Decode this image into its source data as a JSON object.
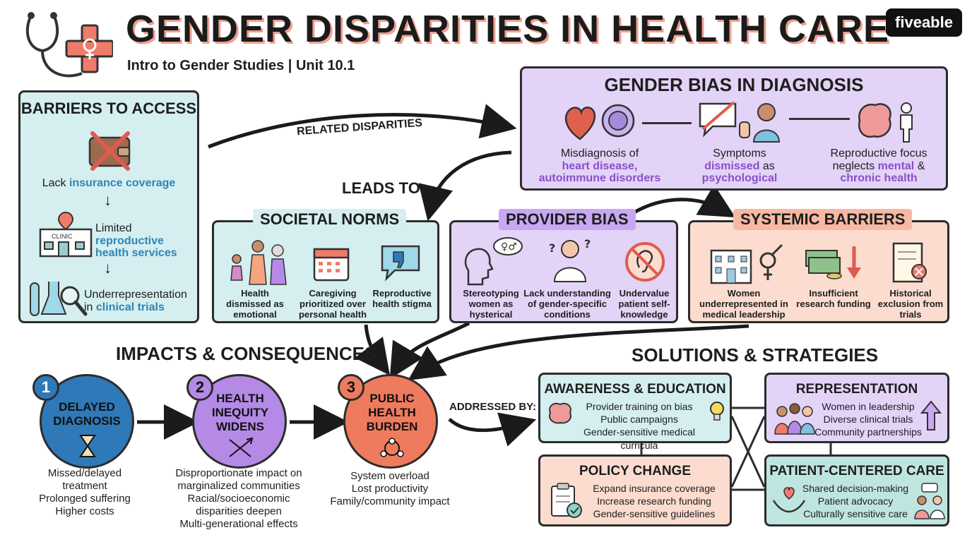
{
  "header": {
    "title": "GENDER DISPARITIES IN HEALTH CARE",
    "subtitle": "Intro to Gender Studies | Unit 10.1",
    "brand": "fiveable"
  },
  "barriers": {
    "title": "BARRIERS TO ACCESS",
    "item1_pre": "Lack ",
    "item1_hl": "insurance coverage",
    "item2_pre": "Limited",
    "item2_hl1": "reproductive",
    "item2_hl2": "health services",
    "item3_pre": "Underrepresentation",
    "item3_mid": "in ",
    "item3_hl": "clinical trials",
    "clinic_sign": "CLINIC"
  },
  "arrows": {
    "related": "RELATED DISPARITIES",
    "leads": "LEADS TO:",
    "addressed": "ADDRESSED BY:"
  },
  "diagnosis": {
    "title": "GENDER BIAS IN DIAGNOSIS",
    "col1_l1": "Misdiagnosis of",
    "col1_hl1": "heart disease,",
    "col1_hl2": "autoimmune disorders",
    "col2_l1": "Symptoms",
    "col2_hl": "dismissed",
    "col2_l2": " as",
    "col2_hl2": "psychological",
    "col3_l1": "Reproductive focus",
    "col3_l2": "neglects ",
    "col3_hl": "mental",
    "col3_l3": " &",
    "col3_hl2": "chronic health"
  },
  "norms": {
    "title": "SOCIETAL NORMS",
    "items": [
      "Health dismissed as emotional",
      "Caregiving prioritized over personal health",
      "Reproductive health stigma"
    ]
  },
  "provider": {
    "title": "PROVIDER BIAS",
    "items": [
      "Stereotyping women as hysterical",
      "Lack understanding of gender-specific conditions",
      "Undervalue patient self-knowledge"
    ]
  },
  "systemic": {
    "title": "SYSTEMIC BARRIERS",
    "items": [
      "Women underrepresented in medical leadership",
      "Insufficient research funding",
      "Historical exclusion from trials"
    ]
  },
  "impacts": {
    "title": "IMPACTS & CONSEQUENCES",
    "steps": [
      {
        "num": "1",
        "label": "DELAYED DIAGNOSIS",
        "lines": [
          "Missed/delayed",
          "treatment",
          "Prolonged suffering",
          "Higher costs"
        ]
      },
      {
        "num": "2",
        "label": "HEALTH INEQUITY WIDENS",
        "lines": [
          "Disproportionate impact on",
          "marginalized communities",
          "Racial/socioeconomic",
          "disparities deepen",
          "Multi-generational effects"
        ]
      },
      {
        "num": "3",
        "label": "PUBLIC HEALTH BURDEN",
        "lines": [
          "System overload",
          "Lost productivity",
          "Family/community impact"
        ]
      }
    ]
  },
  "solutions": {
    "title": "SOLUTIONS & STRATEGIES",
    "awareness": {
      "title": "AWARENESS & EDUCATION",
      "lines": [
        "Provider training on bias",
        "Public campaigns",
        "Gender-sensitive medical curricula"
      ]
    },
    "representation": {
      "title": "REPRESENTATION",
      "lines": [
        "Women in leadership",
        "Diverse clinical trials",
        "Community partnerships"
      ]
    },
    "policy": {
      "title": "POLICY CHANGE",
      "lines": [
        "Expand insurance coverage",
        "Increase research funding",
        "Gender-sensitive guidelines"
      ]
    },
    "patient": {
      "title": "PATIENT-CENTERED CARE",
      "lines": [
        "Shared decision-making",
        "Patient advocacy",
        "Culturally sensitive care"
      ]
    }
  },
  "colors": {
    "teal_bg": "#d5eef0",
    "purple_bg": "#e2d3f7",
    "peach_bg": "#fbdccf",
    "blue_circle": "#2f79b8",
    "purple_circle": "#b48ae6",
    "orange_circle": "#ef7b5e"
  }
}
